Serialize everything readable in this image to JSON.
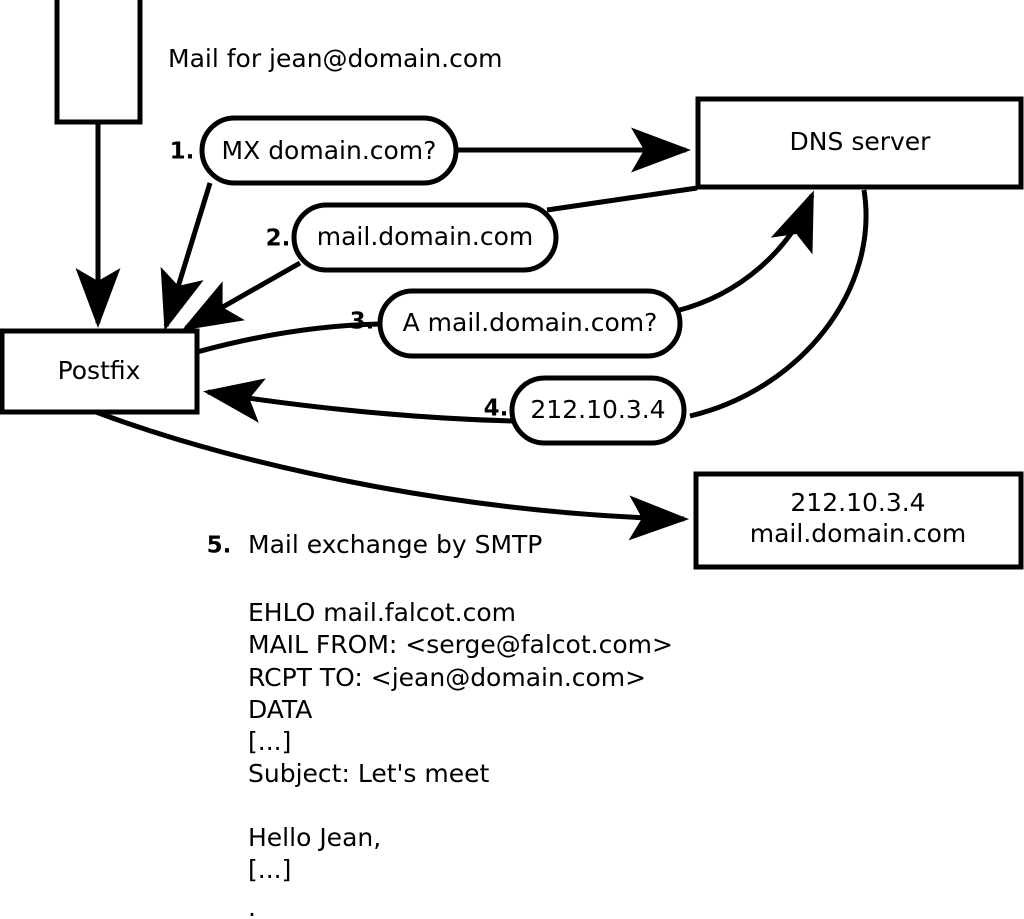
{
  "diagram": {
    "title_note": "Mail for jean@domain.com",
    "nodes": [
      {
        "id": "client",
        "label": ""
      },
      {
        "id": "postfix",
        "label": "Postfix"
      },
      {
        "id": "dns",
        "label": "DNS server"
      },
      {
        "id": "mailserver",
        "label_line1": "212.10.3.4",
        "label_line2": "mail.domain.com"
      }
    ],
    "steps": [
      {
        "number": "1.",
        "message": "MX domain.com?"
      },
      {
        "number": "2.",
        "message": "mail.domain.com"
      },
      {
        "number": "3.",
        "message": "A mail.domain.com?"
      },
      {
        "number": "4.",
        "message": "212.10.3.4"
      },
      {
        "number": "5.",
        "message": "Mail exchange by SMTP"
      }
    ],
    "smtp_transcript": [
      "EHLO mail.falcot.com",
      "MAIL FROM: <serge@falcot.com>",
      "RCPT TO: <jean@domain.com>",
      "DATA",
      "[...]",
      "Subject: Let's meet",
      "",
      "Hello Jean,",
      "[...]",
      "."
    ],
    "colors": {
      "stroke": "#000000",
      "fill": "#ffffff",
      "text": "#000000"
    }
  }
}
